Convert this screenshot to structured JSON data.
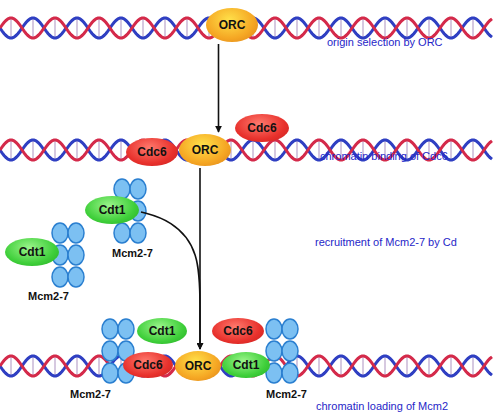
{
  "diagram": {
    "nodes": [
      {
        "text": [
          "ORC"
        ]
      },
      {
        "text": [
          "Cdc6"
        ]
      },
      {
        "text": [
          "ORC"
        ]
      },
      {
        "text": [
          "Cdc6"
        ]
      },
      {
        "text": [
          "Cdt1"
        ]
      },
      {
        "text": [
          "Cdt1"
        ]
      },
      {
        "text": [
          "Cdt1"
        ]
      },
      {
        "text": [
          "Cdc6"
        ]
      },
      {
        "text": [
          "Cdc6"
        ]
      },
      {
        "text": [
          "ORC"
        ]
      },
      {
        "text": [
          "Cdt1"
        ]
      }
    ],
    "edges": [
      {
        "from": 0,
        "to": 2,
        "arrow": "to"
      },
      {
        "from": 2,
        "to": 9,
        "arrow": "to"
      },
      {
        "from": 5,
        "to": 9,
        "arrow": "to"
      }
    ],
    "labels": [
      "origin selection by ORC",
      "chromatin binding of Cdc6",
      "Mcm2-7",
      "Mcm2-7",
      "recruitment of Mcm2-7 by Cd",
      "Mcm2-7",
      "Mcm2-7",
      "chromatin loading of Mcm2"
    ]
  }
}
